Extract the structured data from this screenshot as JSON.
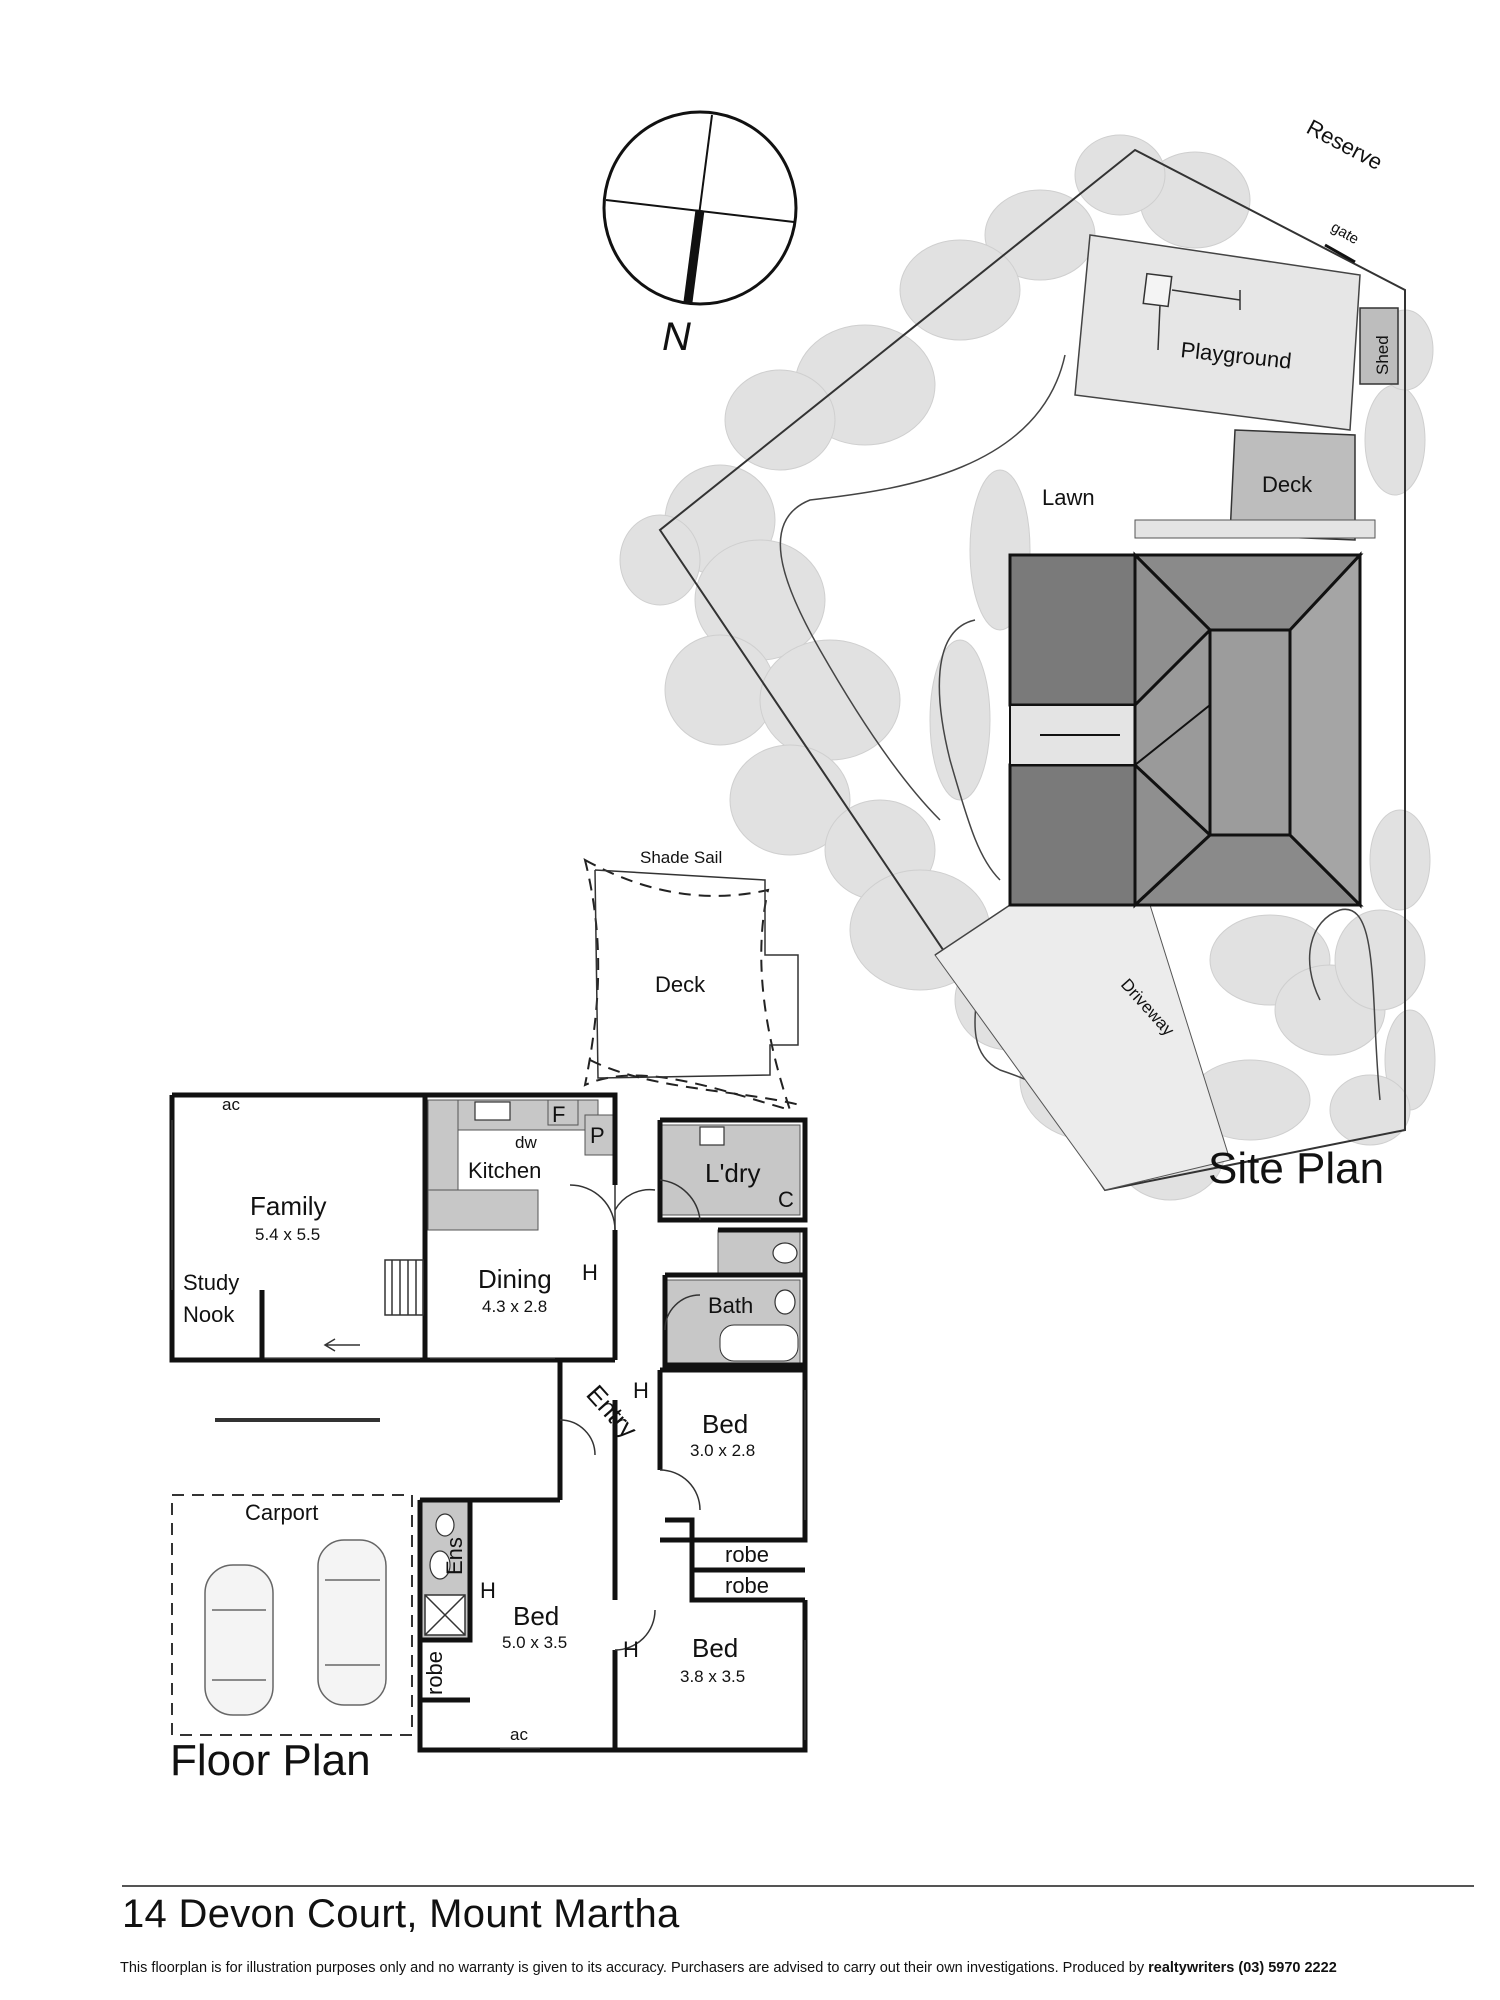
{
  "compass": {
    "north_label": "N"
  },
  "site_plan": {
    "title": "Site Plan",
    "labels": {
      "reserve": "Reserve",
      "gate": "gate",
      "playground": "Playground",
      "shed": "Shed",
      "lawn": "Lawn",
      "deck": "Deck",
      "driveway": "Driveway"
    }
  },
  "floor_plan": {
    "title": "Floor Plan",
    "shade_sail": "Shade Sail",
    "deck": "Deck",
    "family": {
      "name": "Family",
      "size": "5.4 x 5.5"
    },
    "study_nook": [
      "Study",
      "Nook"
    ],
    "kitchen": "Kitchen",
    "dining": {
      "name": "Dining",
      "size": "4.3 x 2.8"
    },
    "laundry": "L'dry",
    "bath": "Bath",
    "entry": "Entry",
    "bed1": {
      "name": "Bed",
      "size": "3.0 x 2.8"
    },
    "bed2": {
      "name": "Bed",
      "size": "3.8 x 3.5"
    },
    "bed_master": {
      "name": "Bed",
      "size": "5.0 x 3.5"
    },
    "carport": "Carport",
    "ensuite": "Ens",
    "robe": "robe",
    "ac": "ac",
    "dw": "dw",
    "fridge": "F",
    "pantry": "P",
    "cupboard": "C",
    "heater": "H"
  },
  "footer": {
    "address": "14 Devon Court, Mount Martha",
    "disclaimer": "This floorplan is for illustration purposes only and no warranty is given to its accuracy. Purchasers are advised to carry out their own investigations. Produced by ",
    "producer": "realtywriters (03) 5970 2222"
  }
}
